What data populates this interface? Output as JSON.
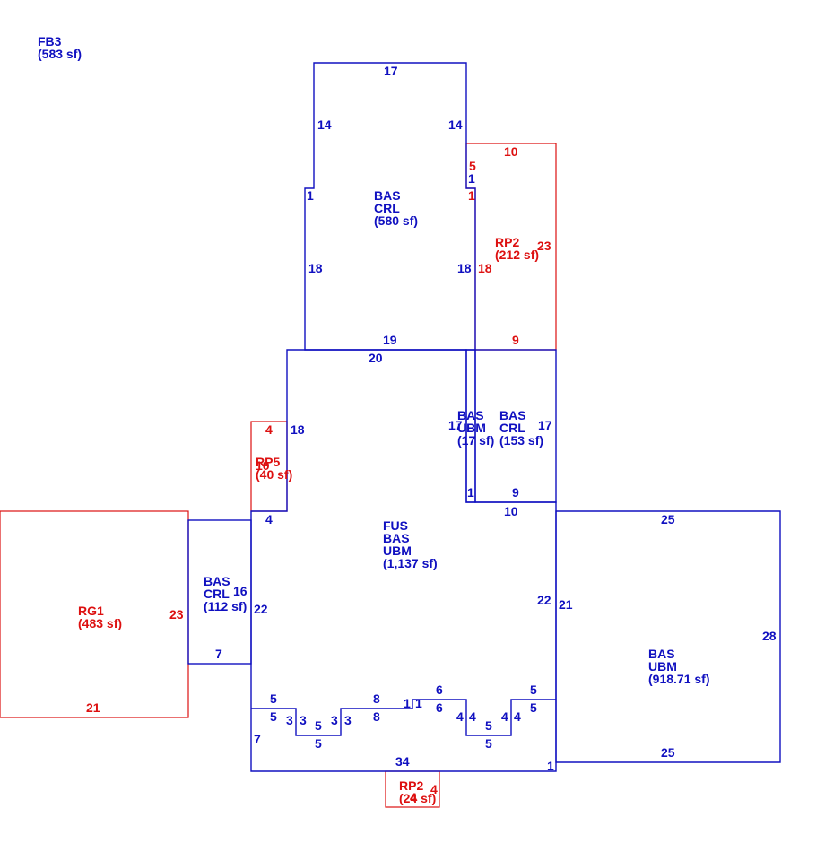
{
  "colors": {
    "blue": "#1010c0",
    "red": "#dd1010",
    "background": "#ffffff"
  },
  "areas": {
    "fb3": {
      "code": "FB3",
      "area": "(583 sf)"
    },
    "upper_bas_crl": {
      "line1": "BAS",
      "line2": "CRL",
      "area": "(580 sf)"
    },
    "rp2_upper": {
      "code": "RP2",
      "area": "(212 sf)"
    },
    "bas_ubm_small": {
      "line1": "BAS",
      "line2": "UBM",
      "area": "(17 sf)"
    },
    "bas_crl_small": {
      "line1": "BAS",
      "line2": "CRL",
      "area": "(153 sf)"
    },
    "rp5": {
      "code": "RP5",
      "area": "(40 sf)"
    },
    "main": {
      "line1": "FUS",
      "line2": "BAS",
      "line3": "UBM",
      "area": "(1,137 sf)"
    },
    "bas_crl_left": {
      "line1": "BAS",
      "line2": "CRL",
      "area": "(112 sf)"
    },
    "rg1": {
      "code": "RG1",
      "area": "(483 sf)"
    },
    "bas_ubm_right": {
      "line1": "BAS",
      "line2": "UBM",
      "area": "(918.71 sf)"
    },
    "rp2_bottom": {
      "code": "RP2",
      "area": "(24 sf)"
    }
  },
  "dimensions": {
    "upper_top": "17",
    "upper_left": "14",
    "upper_right": "14",
    "upper_left_jog": "1",
    "upper_right_jog_top": "1",
    "upper_right_jog": "1",
    "upper_left_lower": "18",
    "upper_right_lower": "18",
    "upper_bottom": "19",
    "rp2_top": "10",
    "rp2_jog": "5",
    "rp2_right": "23",
    "rp2_left": "18",
    "rp2_bottom": "9",
    "main_top": "20",
    "rp5_top": "4",
    "rp5_right": "18",
    "rp5_left": "10",
    "rp5_bottom": "4",
    "small_left": "17",
    "small_jog": "1",
    "small_right": "17",
    "small_bottom": "9",
    "main_right_top": "10",
    "right_top": "25",
    "right_right": "28",
    "right_bottom": "25",
    "right_jog": "1",
    "main_right_wall": "22",
    "right_left_wall": "21",
    "left_crl_right": "16",
    "main_left_wall": "22",
    "left_crl_bottom": "7",
    "rg1_right": "23",
    "rg1_bottom": "21",
    "bottom_left_step_top": "5",
    "bottom_left_step": "5",
    "bottom_left_wall": "7",
    "notch1_left_a": "3",
    "notch1_left_b": "3",
    "notch1_top": "5",
    "notch1_bottom": "5",
    "notch1_right_a": "3",
    "notch1_right_b": "3",
    "mid_top": "8",
    "mid_bottom": "8",
    "mid_jog_a": "1",
    "mid_jog_b": "1",
    "notch2_top_a": "6",
    "notch2_top_b": "6",
    "notch2_left_a": "4",
    "notch2_left_b": "4",
    "notch2_top": "5",
    "notch2_bottom": "5",
    "notch2_right_a": "4",
    "notch2_right_b": "4",
    "right_step_a": "5",
    "right_step_b": "5",
    "bottom_wall": "34",
    "rp2b_right": "4",
    "rp2b_top": "4"
  }
}
